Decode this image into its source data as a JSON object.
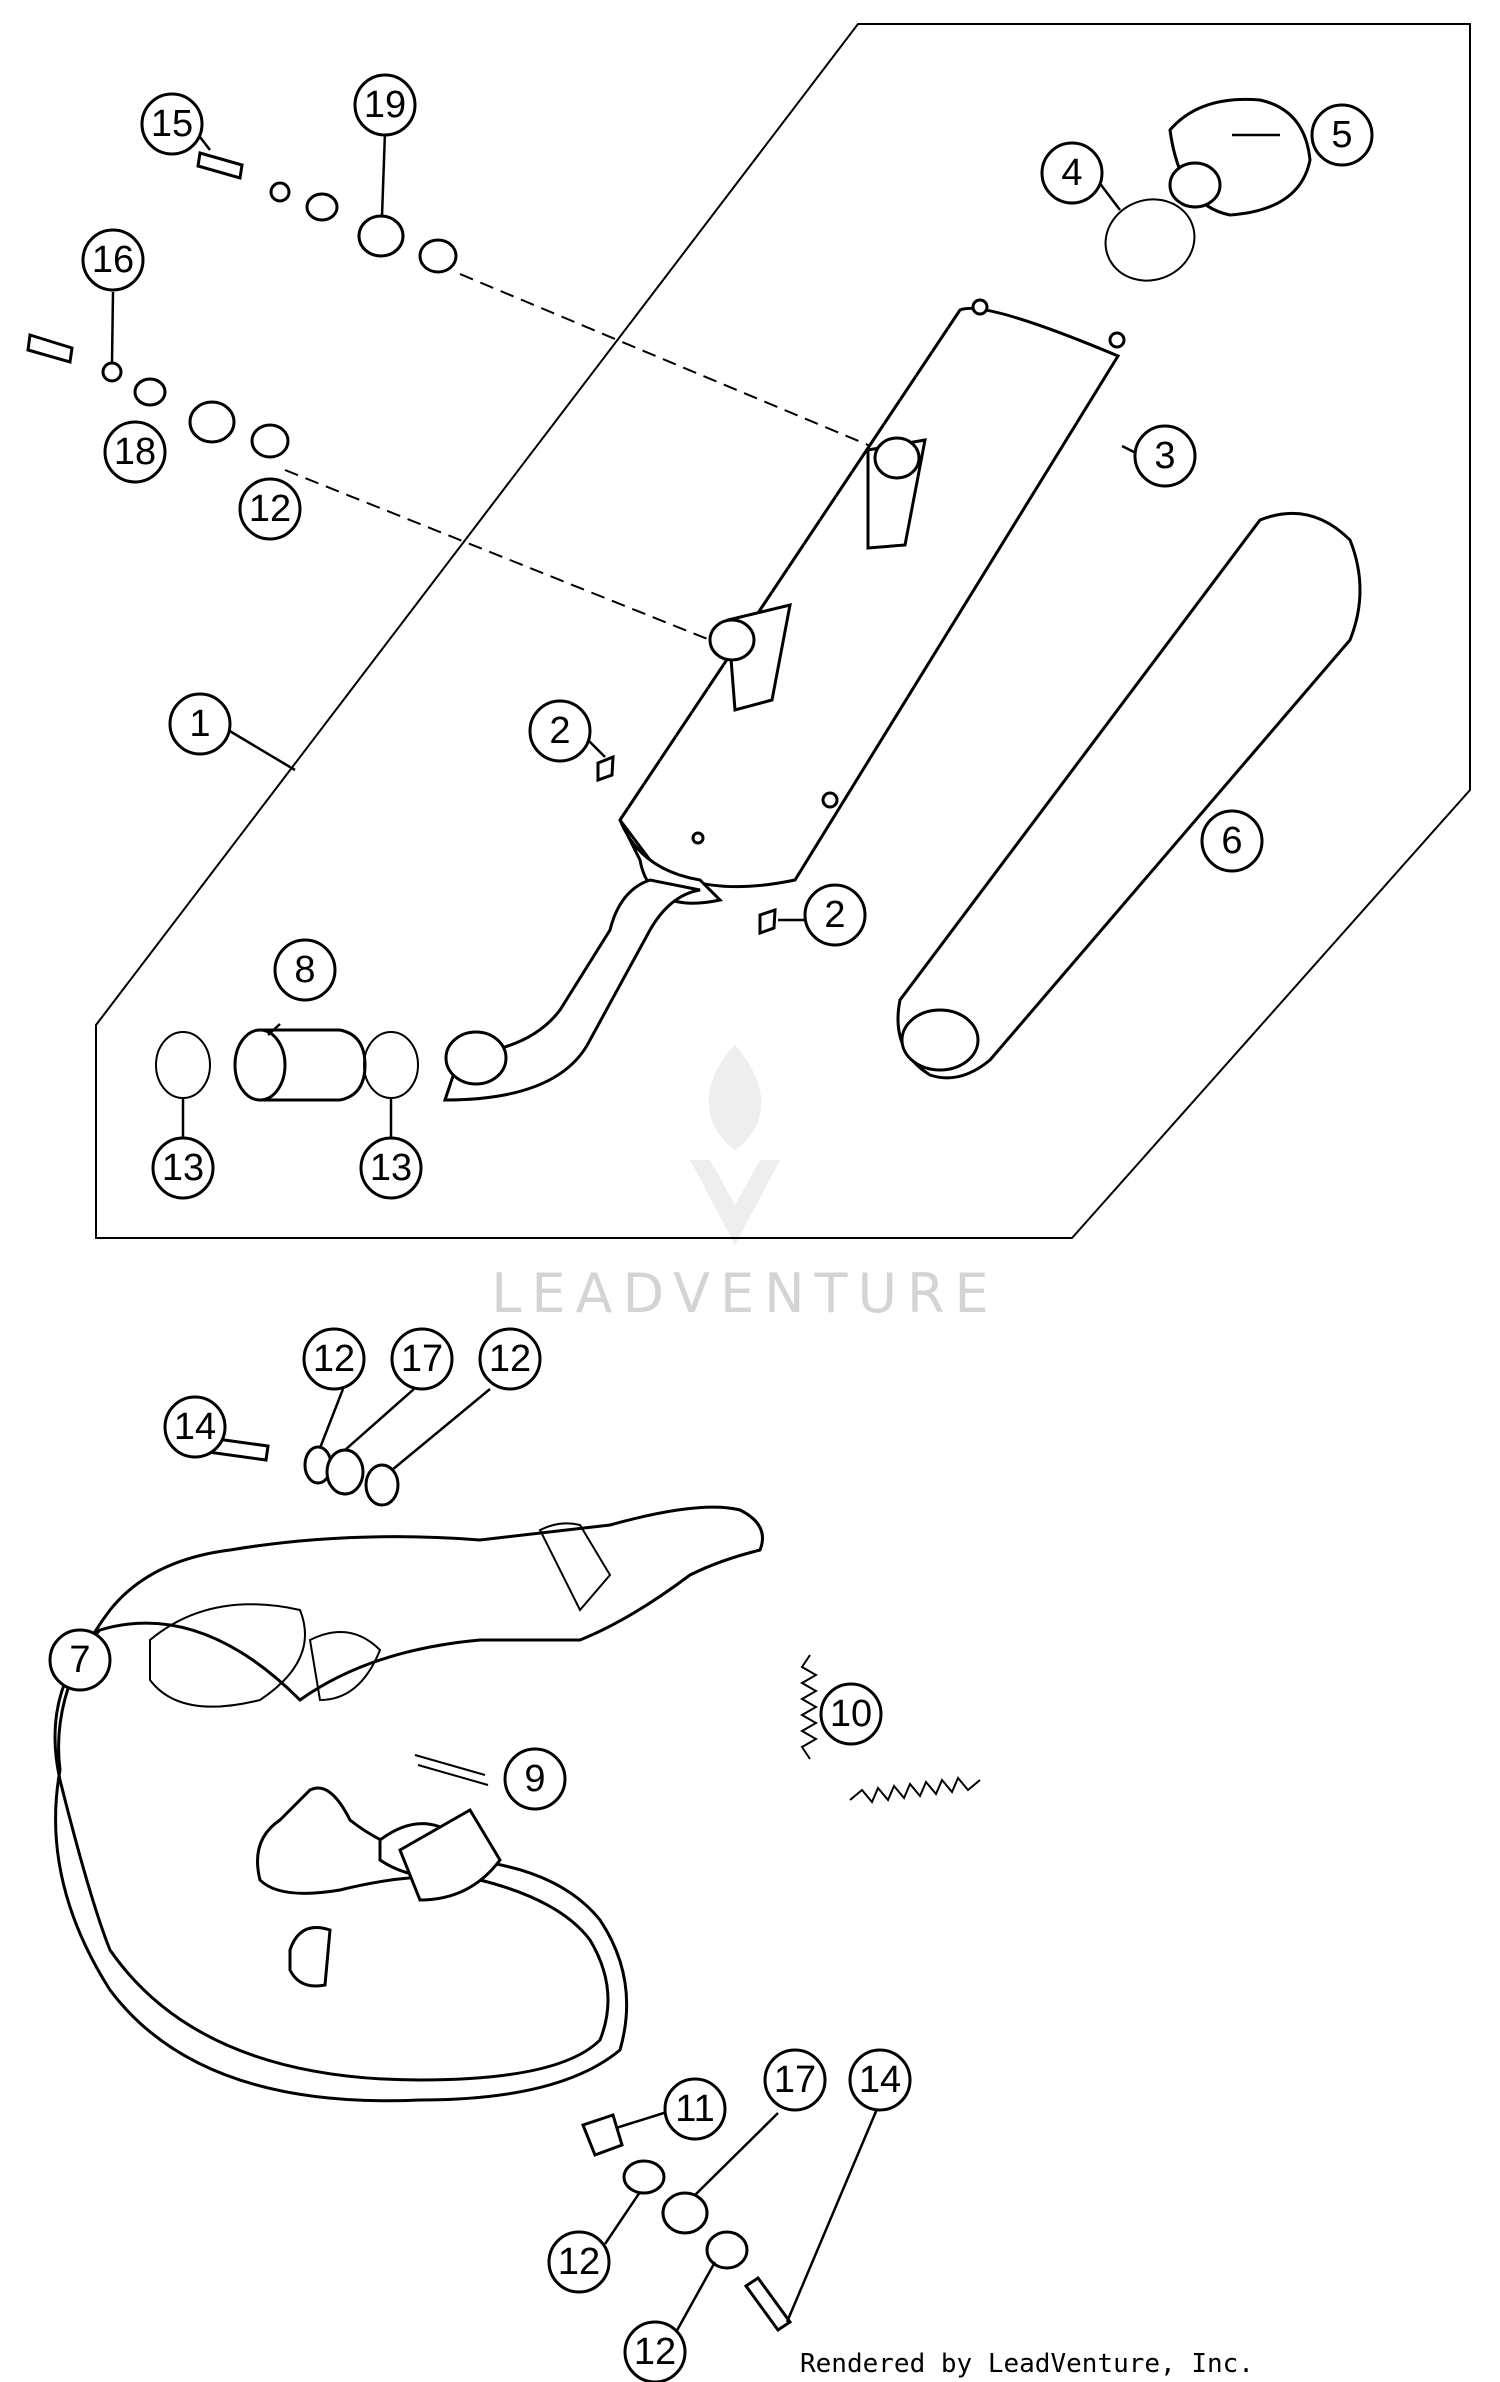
{
  "diagram": {
    "callouts": [
      {
        "id": "c1",
        "label": "1"
      },
      {
        "id": "c2a",
        "label": "2"
      },
      {
        "id": "c2b",
        "label": "2"
      },
      {
        "id": "c3",
        "label": "3"
      },
      {
        "id": "c4",
        "label": "4"
      },
      {
        "id": "c5",
        "label": "5"
      },
      {
        "id": "c6",
        "label": "6"
      },
      {
        "id": "c7",
        "label": "7"
      },
      {
        "id": "c8",
        "label": "8"
      },
      {
        "id": "c9",
        "label": "9"
      },
      {
        "id": "c10",
        "label": "10"
      },
      {
        "id": "c11",
        "label": "11"
      },
      {
        "id": "c12a",
        "label": "12"
      },
      {
        "id": "c12b",
        "label": "12"
      },
      {
        "id": "c12c",
        "label": "12"
      },
      {
        "id": "c12d",
        "label": "12"
      },
      {
        "id": "c12e",
        "label": "12"
      },
      {
        "id": "c13a",
        "label": "13"
      },
      {
        "id": "c13b",
        "label": "13"
      },
      {
        "id": "c14a",
        "label": "14"
      },
      {
        "id": "c14b",
        "label": "14"
      },
      {
        "id": "c15",
        "label": "15"
      },
      {
        "id": "c16",
        "label": "16"
      },
      {
        "id": "c17a",
        "label": "17"
      },
      {
        "id": "c17b",
        "label": "17"
      },
      {
        "id": "c18",
        "label": "18"
      },
      {
        "id": "c19",
        "label": "19"
      }
    ],
    "watermark": "LEADVENTURE",
    "credit": "Rendered by LeadVenture, Inc."
  }
}
